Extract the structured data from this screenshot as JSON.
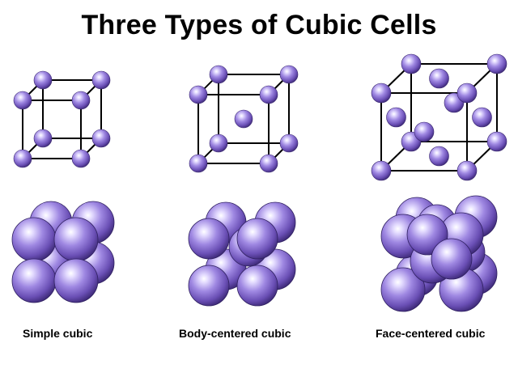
{
  "title": "Three Types of Cubic Cells",
  "atom_color": "#6a4fb5",
  "edge_color": "#000000",
  "cells": [
    {
      "key": "simple",
      "label": "Simple cubic",
      "lattice_points": [
        "corners"
      ]
    },
    {
      "key": "bcc",
      "label": "Body-centered cubic",
      "lattice_points": [
        "corners",
        "body-center"
      ]
    },
    {
      "key": "fcc",
      "label": "Face-centered cubic",
      "lattice_points": [
        "corners",
        "face-centers"
      ]
    }
  ]
}
